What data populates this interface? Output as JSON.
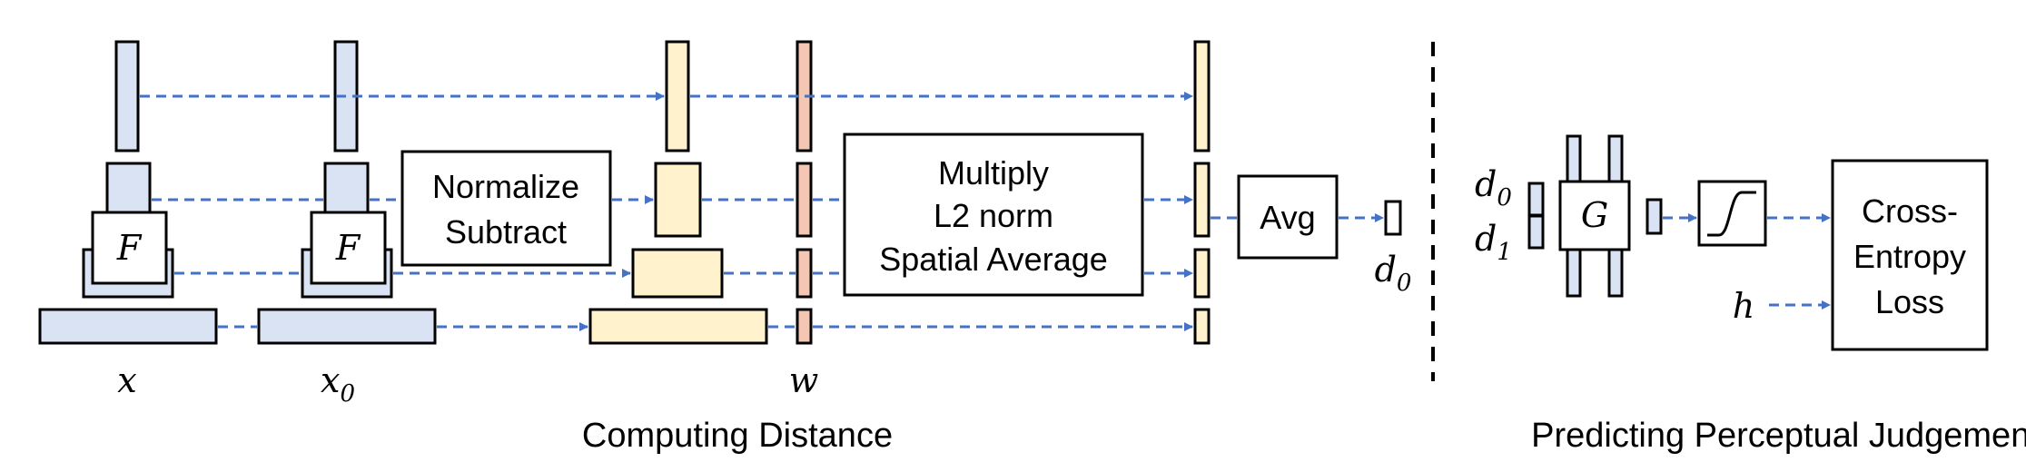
{
  "colors": {
    "blue_fill": "#dae3f3",
    "yellow_fill": "#fff2cc",
    "salmon_fill": "#f4c7b4",
    "arrow": "#4472c4",
    "stroke": "#000000"
  },
  "labels": {
    "x": "x",
    "x0_base": "x",
    "x0_sub": "0",
    "F1": "F",
    "F2": "F",
    "w": "w",
    "normalize_line1": "Normalize",
    "normalize_line2": "Subtract",
    "multiply_line1": "Multiply",
    "multiply_line2": "L2 norm",
    "multiply_line3": "Spatial Average",
    "avg": "Avg",
    "d0_out_base": "d",
    "d0_out_sub": "0",
    "d0_in_base": "d",
    "d0_in_sub": "0",
    "d1_in_base": "d",
    "d1_in_sub": "1",
    "G": "G",
    "h": "h",
    "loss_line1": "Cross-",
    "loss_line2": "Entropy",
    "loss_line3": "Loss"
  },
  "captions": {
    "left": "Computing Distance",
    "right": "Predicting Perceptual Judgement"
  },
  "icons": {
    "sigmoid": "sigmoid-curve-icon"
  }
}
